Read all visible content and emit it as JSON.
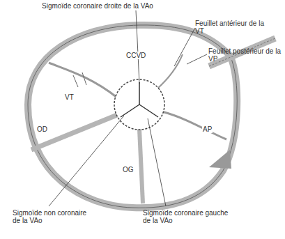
{
  "diagram": {
    "labels": [
      "Sigmoïde coronaire droite de la VAo",
      "Feuillet antérieur de la VT",
      "Feuillet postérieur de la VP",
      "CCVD",
      "VT",
      "OD",
      "AP",
      "OG",
      "Sigmoïde non coronaire de la VAo",
      "Sigmoïde coronaire gauche de la VAo"
    ]
  }
}
